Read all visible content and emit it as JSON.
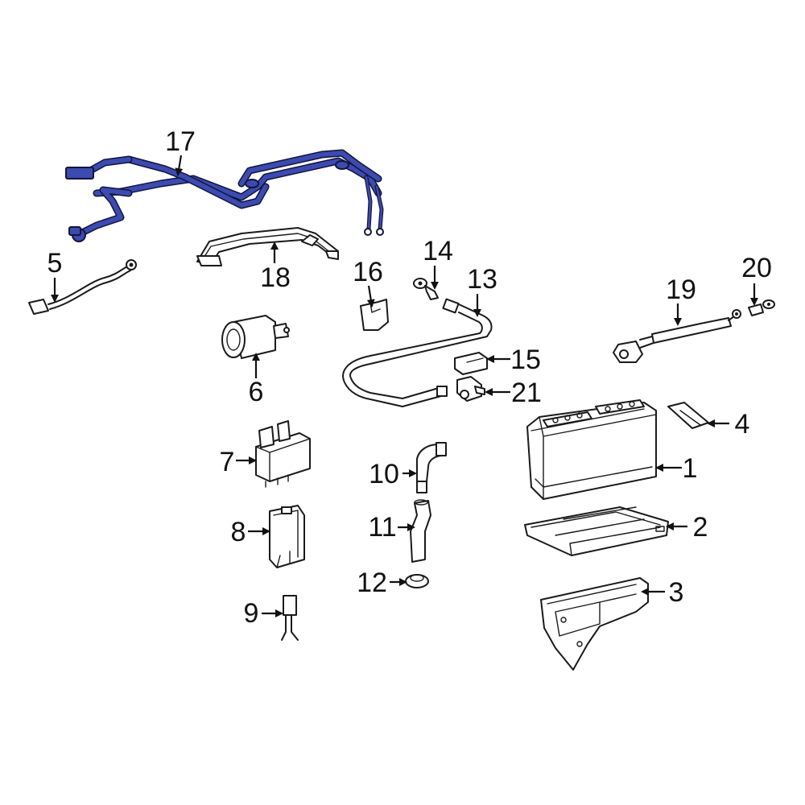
{
  "accent_color": "#3b4bb0",
  "callouts": {
    "c1": "1",
    "c2": "2",
    "c3": "3",
    "c4": "4",
    "c5": "5",
    "c6": "6",
    "c7": "7",
    "c8": "8",
    "c9": "9",
    "c10": "10",
    "c11": "11",
    "c12": "12",
    "c13": "13",
    "c14": "14",
    "c15": "15",
    "c16": "16",
    "c17": "17",
    "c18": "18",
    "c19": "19",
    "c20": "20",
    "c21": "21"
  }
}
